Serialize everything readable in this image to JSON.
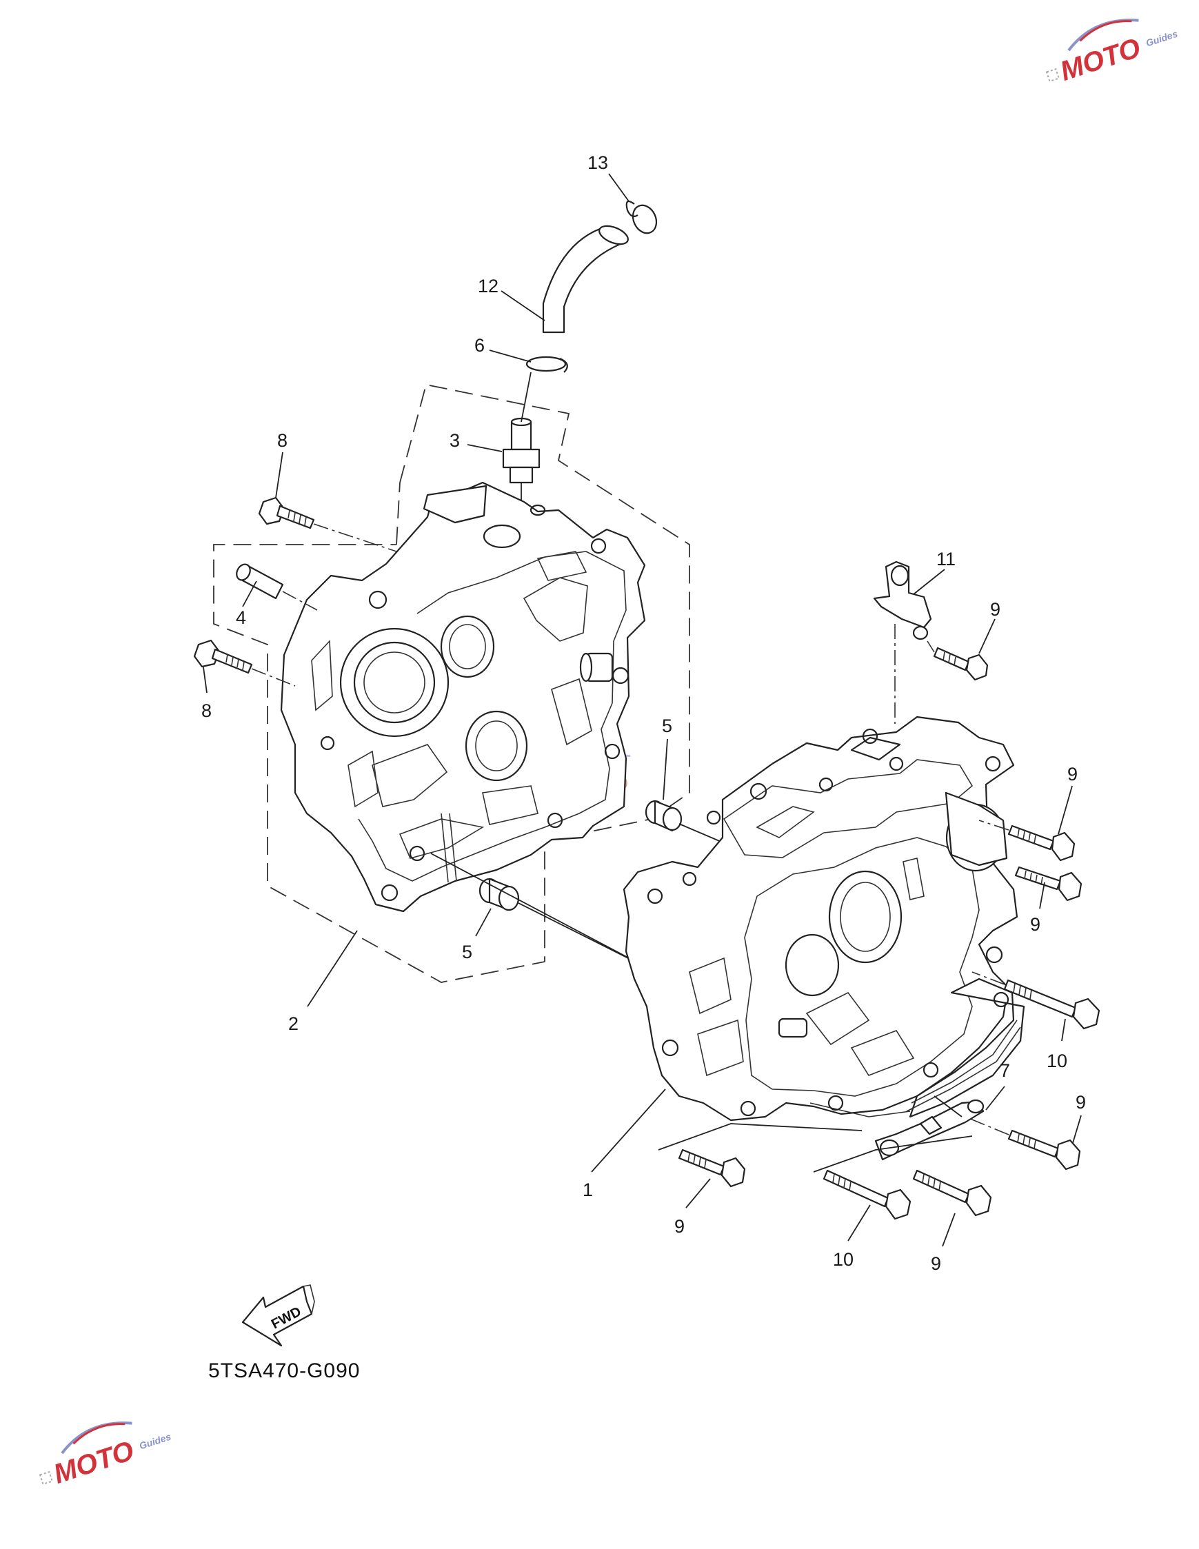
{
  "diagram": {
    "code": "5TSA470-G090",
    "fwd_label": "FWD",
    "callouts": [
      {
        "id": "c13",
        "text": "13"
      },
      {
        "id": "c12",
        "text": "12"
      },
      {
        "id": "c6",
        "text": "6"
      },
      {
        "id": "c3",
        "text": "3"
      },
      {
        "id": "c8a",
        "text": "8"
      },
      {
        "id": "c4",
        "text": "4"
      },
      {
        "id": "c8b",
        "text": "8"
      },
      {
        "id": "c11",
        "text": "11"
      },
      {
        "id": "c9a",
        "text": "9"
      },
      {
        "id": "c5a",
        "text": "5"
      },
      {
        "id": "c9b",
        "text": "9"
      },
      {
        "id": "c9c",
        "text": "9"
      },
      {
        "id": "c5b",
        "text": "5"
      },
      {
        "id": "c2",
        "text": "2"
      },
      {
        "id": "c10a",
        "text": "10"
      },
      {
        "id": "c7",
        "text": "7"
      },
      {
        "id": "c9d",
        "text": "9"
      },
      {
        "id": "c1",
        "text": "1"
      },
      {
        "id": "c9e",
        "text": "9"
      },
      {
        "id": "c10b",
        "text": "10"
      },
      {
        "id": "c9f",
        "text": "9"
      }
    ]
  },
  "watermark": {
    "text": "MOTO",
    "subtext": "Guides",
    "colors": {
      "primary": "#d2333a",
      "secondary": "#8a93c9"
    }
  }
}
